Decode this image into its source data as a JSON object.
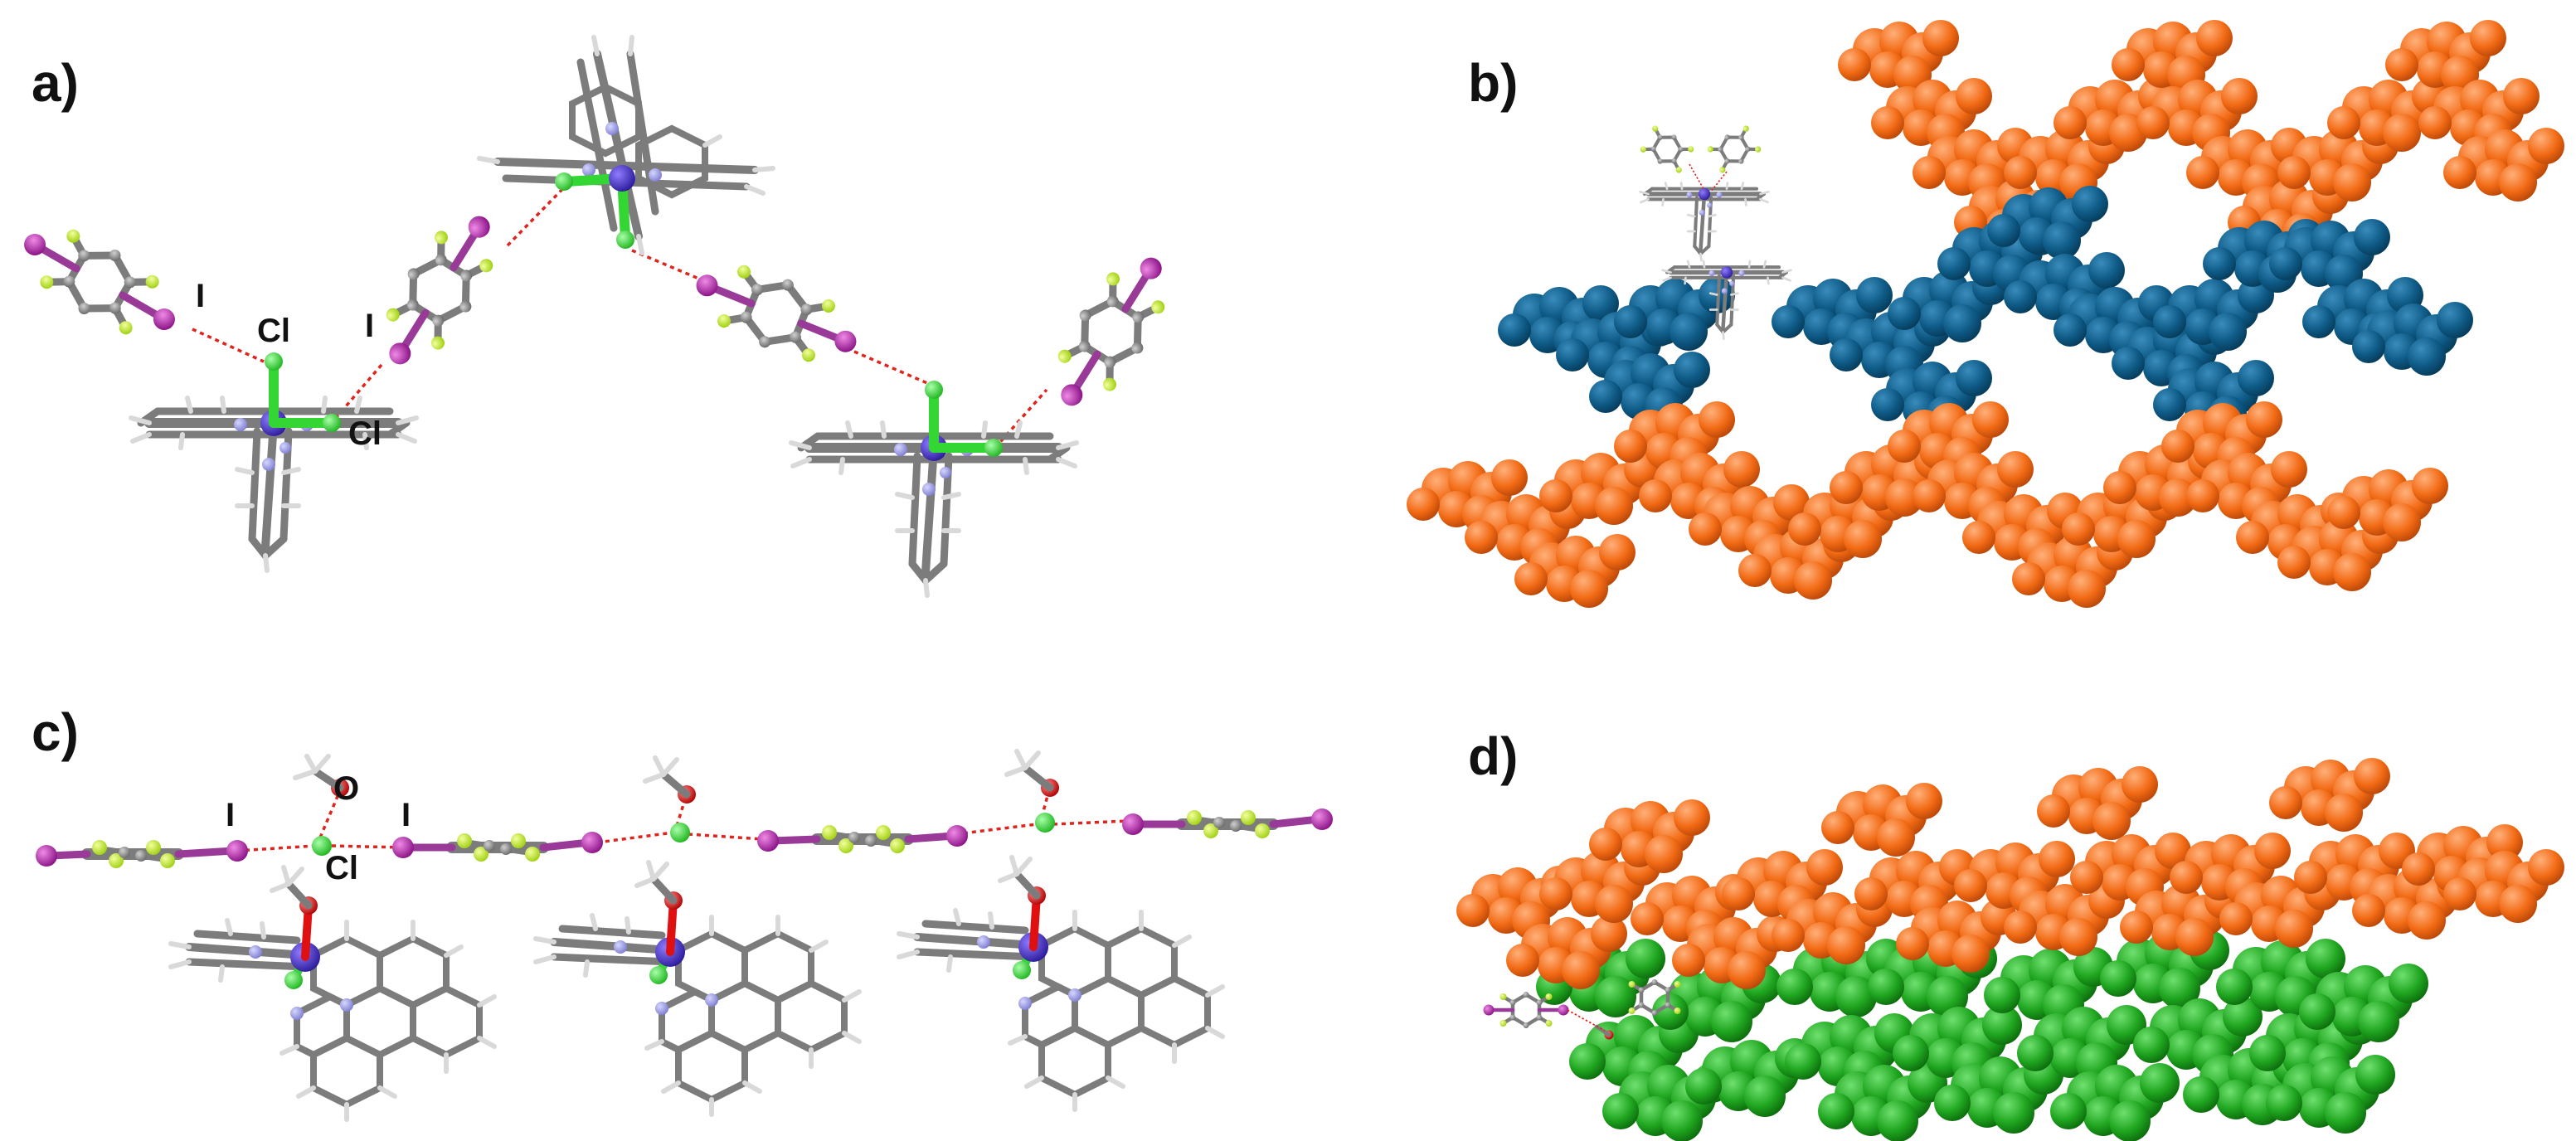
{
  "panels": [
    {
      "letter": "a)"
    },
    {
      "letter": "b)"
    },
    {
      "letter": "c)"
    },
    {
      "letter": "d)"
    }
  ],
  "atom_labels": {
    "a_I_left": "I",
    "a_Cl_top": "Cl",
    "a_I_mid": "I",
    "a_Cl_right": "Cl",
    "c_I_left": "I",
    "c_O": "O",
    "c_I_right": "I",
    "c_Cl": "Cl"
  },
  "colors": {
    "carbon": "#808080",
    "hydrogen": "#e6e6e6",
    "nitrogen": "#9a9ae6",
    "metal": "#4b33c8",
    "chlorine": "#33d633",
    "iodine": "#b01ea8",
    "fluorine": "#b9ea2e",
    "oxygen": "#e01010",
    "halogen_bond": "#e0231b",
    "orange_chain": "#f26a14",
    "blue_chain": "#0e5a86",
    "green_layer": "#1fa51f"
  }
}
